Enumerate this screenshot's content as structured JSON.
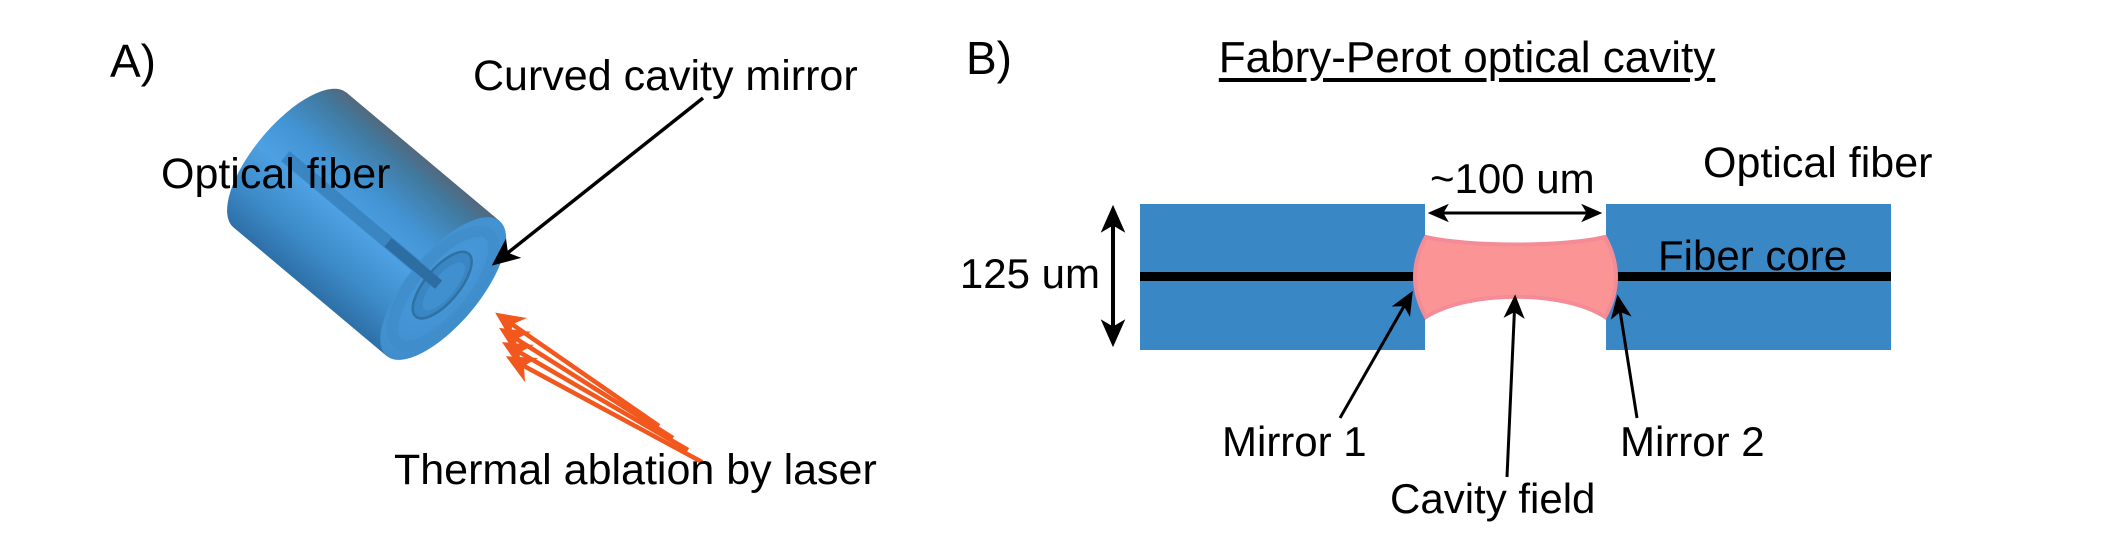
{
  "panel_a": {
    "label": "A)",
    "optical_fiber_label": "Optical fiber",
    "curved_mirror_label": "Curved cavity mirror",
    "laser_label": "Thermal ablation by laser"
  },
  "panel_b": {
    "label": "B)",
    "title": "Fabry-Perot optical cavity",
    "optical_fiber_label": "Optical fiber",
    "fiber_core_label": "Fiber core",
    "cavity_length_label": "~100 um",
    "fiber_diameter_label": "125 um",
    "mirror1_label": "Mirror 1",
    "mirror2_label": "Mirror 2",
    "cavity_field_label": "Cavity field"
  },
  "colors": {
    "fiber_blue": "#3A87C5",
    "cylinder_blue": "#4496D8",
    "cavity_pink_fill": "#FB9595",
    "cavity_pink_border": "#F48B96",
    "laser_orange": "#F2571D",
    "annotation_black": "#000000"
  }
}
